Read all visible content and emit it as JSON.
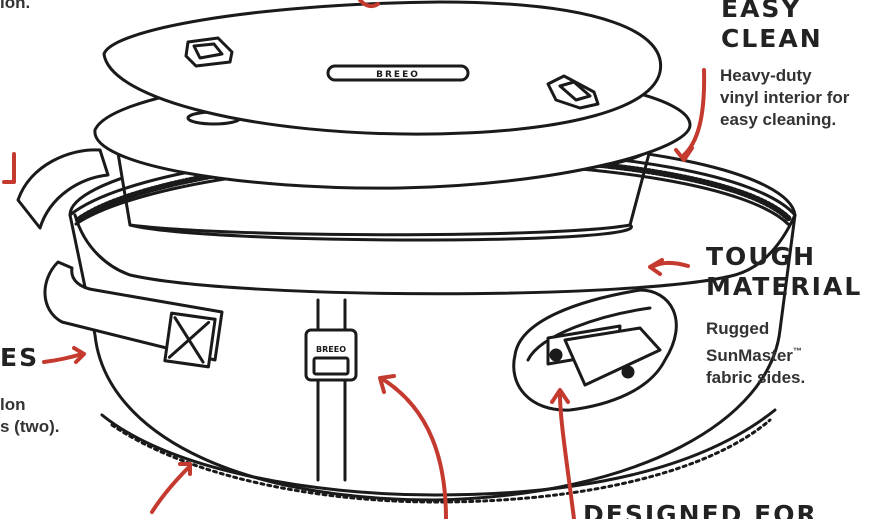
{
  "colors": {
    "ink": "#1a1a1a",
    "arrow": "#c53a2f",
    "text": "#222222"
  },
  "callouts": {
    "partial_top_left": "ion.",
    "easy_clean": {
      "title_lines": [
        "EASY",
        "CLEAN"
      ],
      "body_lines": [
        "Heavy-duty",
        "vinyl interior for",
        "easy cleaning."
      ]
    },
    "tough_material": {
      "title_lines": [
        "TOUGH",
        "MATERIAL"
      ],
      "body_lines": [
        "Rugged",
        "SunMaster",
        "fabric sides."
      ],
      "trademark": "™"
    },
    "handles": {
      "title_partial": "ES",
      "body_lines": [
        "lon",
        "s (two)."
      ]
    },
    "designed_for": {
      "title": "DESIGNED FOR"
    }
  },
  "product": {
    "brand_tag": "BREEO",
    "strap_tag": "BREEO",
    "icons": [
      "lid-handle-left-icon",
      "lid-handle-right-icon",
      "side-handle-icon",
      "buckle-icon"
    ]
  }
}
